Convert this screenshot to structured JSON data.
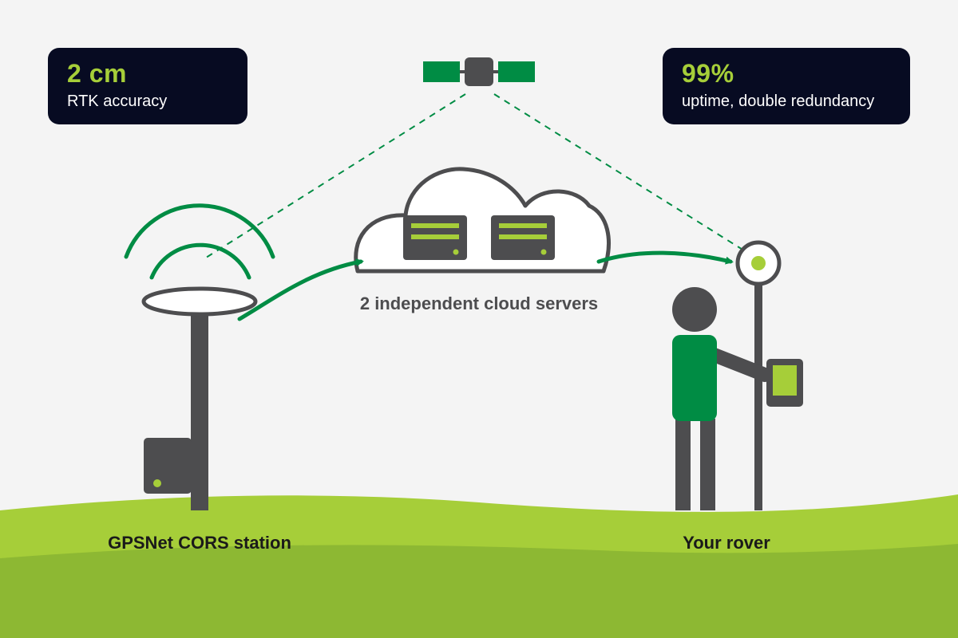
{
  "colors": {
    "background": "#f4f4f4",
    "card_background": "#070b22",
    "accent_lime": "#a6ce39",
    "accent_green": "#008c44",
    "dark_gray": "#4d4d4f",
    "grass_light": "#a6ce39",
    "grass_dark": "#8db833"
  },
  "stats": {
    "accuracy": {
      "value": "2 cm",
      "label": "RTK accuracy"
    },
    "uptime": {
      "value": "99%",
      "label": "uptime, double redundancy"
    }
  },
  "cloud": {
    "caption": "2 independent cloud servers",
    "icons": [
      "server-icon",
      "server-icon"
    ]
  },
  "station": {
    "caption": "GPSNet CORS station"
  },
  "rover": {
    "caption": "Your rover"
  },
  "icons": [
    "satellite-icon",
    "cloud-icon",
    "server-icon",
    "antenna-icon",
    "signal-waves-icon",
    "receiver-box-icon",
    "person-icon",
    "tablet-icon",
    "rover-pole-icon"
  ]
}
